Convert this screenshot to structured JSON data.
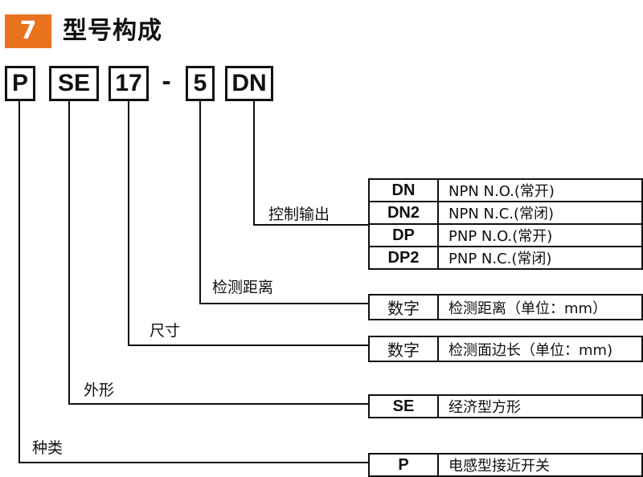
{
  "header": {
    "number": "7",
    "title": "型号构成"
  },
  "code": {
    "p": "P",
    "se": "SE",
    "size": "17",
    "dash": "-",
    "distance": "5",
    "output": "DN"
  },
  "output_section": {
    "label": "控制输出",
    "rows": [
      {
        "code": "DN",
        "desc": "NPN N.O.(常开)"
      },
      {
        "code": "DN2",
        "desc": "NPN N.C.(常闭)"
      },
      {
        "code": "DP",
        "desc": "PNP N.O.(常开)"
      },
      {
        "code": "DP2",
        "desc": "PNP N.C.(常闭)"
      }
    ]
  },
  "distance_section": {
    "label": "检测距离",
    "key": "数字",
    "desc": "检测距离（单位：mm）"
  },
  "size_section": {
    "label": "尺寸",
    "key": "数字",
    "desc": "检测面边长（单位：mm)"
  },
  "shape_section": {
    "label": "外形",
    "key": "SE",
    "desc": "经济型方形"
  },
  "type_section": {
    "label": "种类",
    "key": "P",
    "desc": "电感型接近开关"
  }
}
